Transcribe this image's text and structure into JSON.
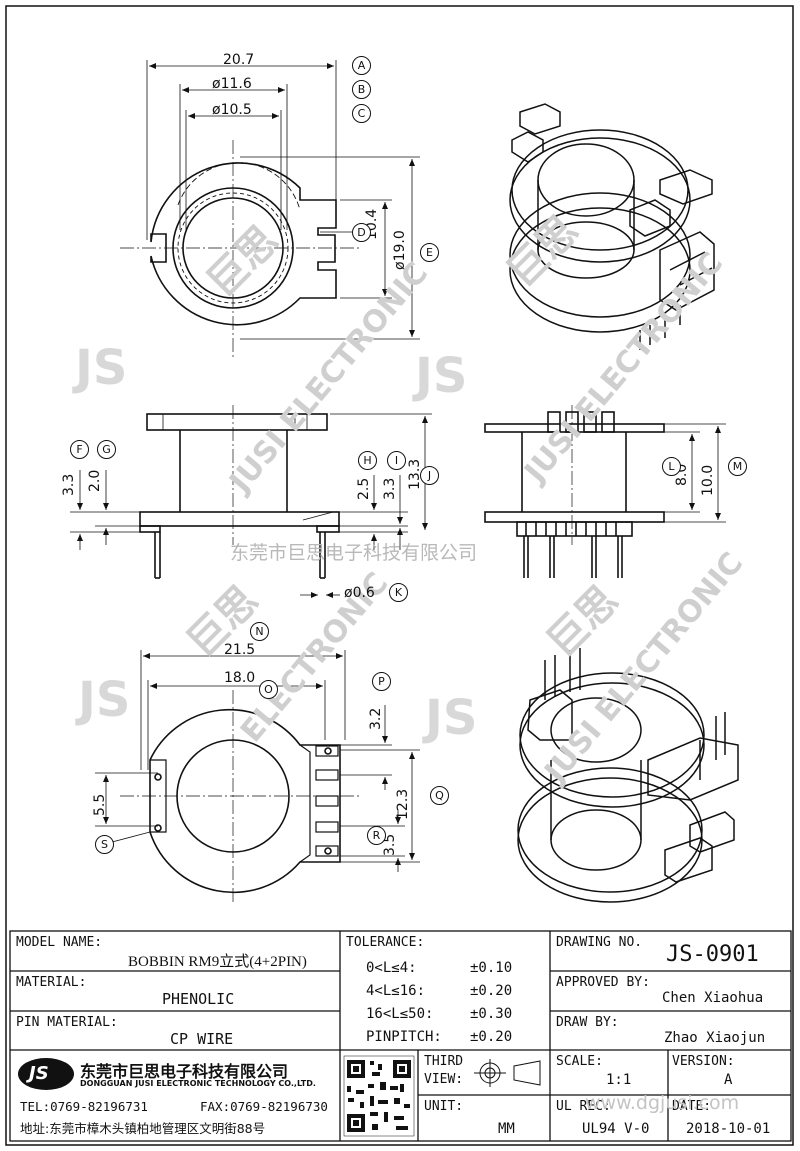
{
  "drawing": {
    "dims": {
      "d_20_7": "20.7",
      "d_11_6": "ø11.6",
      "d_10_5": "ø10.5",
      "d_10_4": "10.4",
      "d_19_0": "ø19.0",
      "d_3_3a": "3.3",
      "d_2_0": "2.0",
      "d_2_5": "2.5",
      "d_3_3b": "3.3",
      "d_13_3": "13.3",
      "d_0_6": "ø0.6",
      "d_8_0": "8.0",
      "d_10_0": "10.0",
      "d_21_5": "21.5",
      "d_18_0": "18.0",
      "d_3_2": "3.2",
      "d_5_5": "5.5",
      "d_12_3": "12.3",
      "d_3_5": "3.5"
    },
    "markers": [
      "A",
      "B",
      "C",
      "D",
      "E",
      "F",
      "G",
      "H",
      "I",
      "J",
      "K",
      "L",
      "M",
      "N",
      "O",
      "P",
      "Q",
      "R",
      "S"
    ]
  },
  "watermark": {
    "cn": "东莞市巨思电子科技有限公司",
    "logo": "JS",
    "brand_a": "JUSI ELECTRONIC",
    "brand_b": "ELECTRONIC",
    "glyphs": "巨思"
  },
  "title_block": {
    "model_name_label": "MODEL NAME:",
    "model_name_value": "BOBBIN RM9立式(4+2PIN)",
    "material_label": "MATERIAL:",
    "material_value": "PHENOLIC",
    "pin_material_label": "PIN MATERIAL:",
    "pin_material_value": "CP WIRE",
    "tolerance_label": "TOLERANCE:",
    "tol_rows": [
      {
        "range": "0<L≤4:",
        "val": "±0.10"
      },
      {
        "range": "4<L≤16:",
        "val": "±0.20"
      },
      {
        "range": "16<L≤50:",
        "val": "±0.30"
      },
      {
        "range": "PINPITCH:",
        "val": "±0.20"
      }
    ],
    "drawing_no_label": "DRAWING NO.",
    "drawing_no_value": "JS-0901",
    "approved_by_label": "APPROVED BY:",
    "approved_by_value": "Chen Xiaohua",
    "draw_by_label": "DRAW BY:",
    "draw_by_value": "Zhao Xiaojun",
    "company_logo": "JS",
    "company_cn": "东莞市巨思电子科技有限公司",
    "company_en": "DONGGUAN JUSI ELECTRONIC TECHNOLOGY CO.,LTD.",
    "tel": "TEL:0769-82196731",
    "fax": "FAX:0769-82196730",
    "address": "地址:东莞市樟木头镇柏地管理区文明街88号",
    "third_view_label_1": "THIRD",
    "third_view_label_2": "VIEW:",
    "unit_label": "UNIT:",
    "unit_value": "MM",
    "scale_label": "SCALE:",
    "scale_value": "1:1",
    "version_label": "VERSION:",
    "version_value": "A",
    "ul_rec_label": "UL REC:",
    "ul_rec_value": "UL94 V-0",
    "date_label": "DATE:",
    "date_value": "2018-10-01",
    "web_watermark": "www.dgjusi.com"
  }
}
